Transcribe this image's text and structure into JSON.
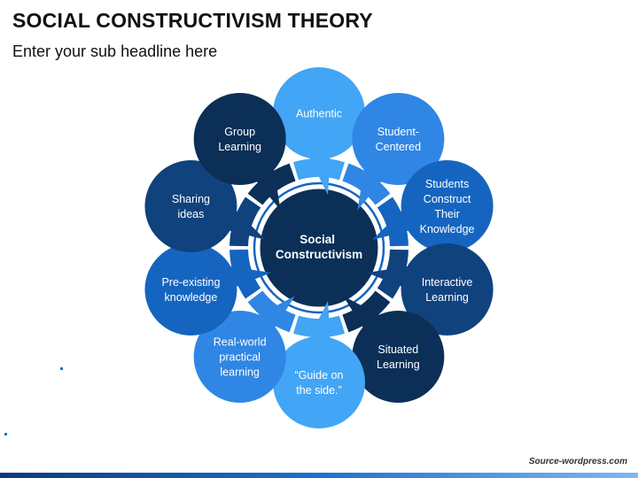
{
  "title": "SOCIAL CONSTRUCTIVISM THEORY",
  "subtitle": "Enter your sub headline here",
  "center": {
    "lines": [
      "Social",
      "Constructivism"
    ]
  },
  "bubbles": [
    {
      "id": "authentic",
      "lines": [
        "Authentic"
      ],
      "color": "#42a5f5"
    },
    {
      "id": "student-centered",
      "lines": [
        "Student-",
        "Centered"
      ],
      "color": "#2f86e4"
    },
    {
      "id": "students-construct",
      "lines": [
        "Students",
        "Construct",
        "Their",
        "Knowledge"
      ],
      "color": "#1565c0"
    },
    {
      "id": "interactive-learning",
      "lines": [
        "Interactive",
        "Learning"
      ],
      "color": "#10427e"
    },
    {
      "id": "situated-learning",
      "lines": [
        "Situated",
        "Learning"
      ],
      "color": "#0b2f56"
    },
    {
      "id": "guide-on-the-side",
      "lines": [
        "“Guide on",
        "the side.”"
      ],
      "color": "#42a5f5"
    },
    {
      "id": "real-world",
      "lines": [
        "Real-world",
        "practical",
        "learning"
      ],
      "color": "#2f86e4"
    },
    {
      "id": "pre-existing",
      "lines": [
        "Pre-existing",
        "knowledge"
      ],
      "color": "#1565c0"
    },
    {
      "id": "sharing-ideas",
      "lines": [
        "Sharing",
        "ideas"
      ],
      "color": "#10427e"
    },
    {
      "id": "group-learning",
      "lines": [
        "Group",
        "Learning"
      ],
      "color": "#0b2f56"
    }
  ],
  "footer": {
    "source": "Source-wordpress.com"
  }
}
